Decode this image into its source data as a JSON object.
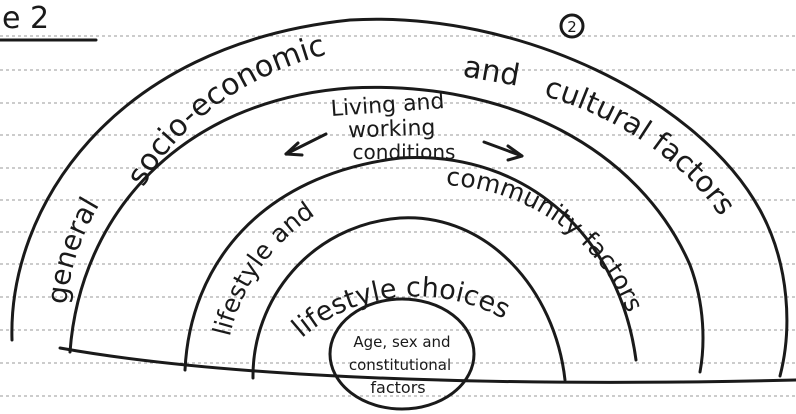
{
  "page_heading": "e 2",
  "page_number": "2",
  "layers": {
    "outer_left": "general",
    "outer_top": "socio-economic",
    "outer_and": "and",
    "outer_right": "cultural factors",
    "living": {
      "line1": "Living and",
      "line2": "working",
      "line3": "conditions"
    },
    "community_left": "lifestyle and",
    "community_right": "community factors",
    "choices": "lifestyle choices",
    "core": {
      "line1": "Age, sex and",
      "line2": "constitutional",
      "line3": "factors"
    }
  }
}
